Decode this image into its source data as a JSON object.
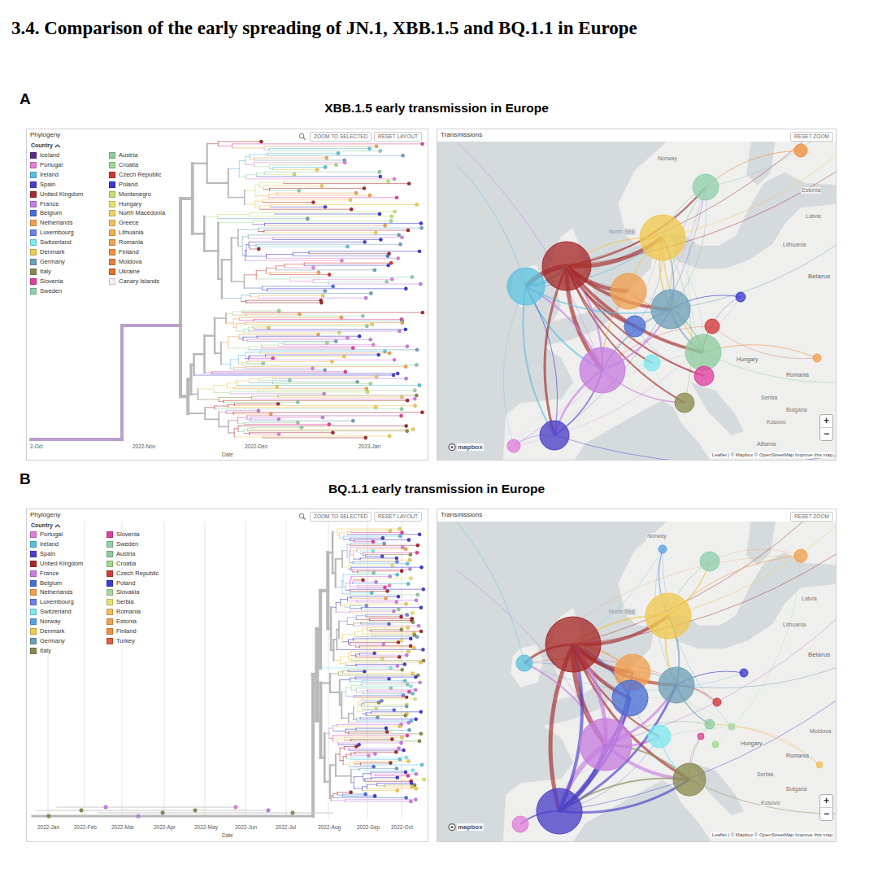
{
  "diagram": {
    "title": "3.4. Comparison of the early spreading of JN.1, XBB.1.5 and BQ.1.1 in Europe",
    "nodes": [
      {
        "text": [
          "Phylogeny",
          "Country"
        ]
      },
      {
        "text": [
          "ZOOM TO SELECTED"
        ],
        "in": 0
      },
      {
        "text": [
          "RESET LAYOUT"
        ],
        "in": 0
      },
      {
        "text": [
          "Transmissions"
        ]
      },
      {
        "text": [
          "RESET ZOOM"
        ],
        "in": 3
      },
      {
        "text": [
          "+",
          "−"
        ],
        "in": 3
      },
      {
        "text": [
          "Phylogeny",
          "Country"
        ]
      },
      {
        "text": [
          "ZOOM TO SELECTED"
        ],
        "in": 6
      },
      {
        "text": [
          "RESET LAYOUT"
        ],
        "in": 6
      },
      {
        "text": [
          "Transmissions"
        ]
      },
      {
        "text": [
          "RESET ZOOM"
        ],
        "in": 9
      },
      {
        "text": [
          "+",
          "−"
        ],
        "in": 9
      }
    ],
    "labels": [
      "A",
      "XBB.1.5 early transmission in Europe",
      "2-Oct",
      "2022-Nov",
      "2022-Dec",
      "2023-Jan",
      "Date",
      "Norway",
      "North Sea",
      "Estonia",
      "Latvia",
      "Lithuania",
      "Belarus",
      "Hungary",
      "Romania",
      "Serbia",
      "Bulgaria",
      "Kosovo",
      "Albania",
      "mapbox",
      "Leaflet | © Mapbox © OpenStreetMap Improve this map",
      "B",
      "BQ.1.1 early transmission in Europe",
      "2022-Jan",
      "2022-Feb",
      "2022-Mar",
      "2022-Apr",
      "2022-May",
      "2022-Jun",
      "2022-Jul",
      "2022-Aug",
      "2022-Sep",
      "2022-Oct",
      "Date",
      "Norway",
      "North Sea",
      "Latvia",
      "Lithuania",
      "Belarus",
      "Hungary",
      "Romania",
      "Moldova",
      "Serbia",
      "Bulgaria",
      "Kosovo",
      "mapbox",
      "Leaflet | © Mapbox © OpenStreetMap Improve this map"
    ],
    "legend": [
      {
        "text": "Iceland",
        "color": "#5b2a86"
      },
      {
        "text": "Portugal",
        "color": "#e07fd8"
      },
      {
        "text": "Ireland",
        "color": "#5bc0de"
      },
      {
        "text": "Spain",
        "color": "#4b3fc8"
      },
      {
        "text": "United Kingdom",
        "color": "#a52a2a"
      },
      {
        "text": "France",
        "color": "#c77ee0"
      },
      {
        "text": "Belgium",
        "color": "#4a6fd6"
      },
      {
        "text": "Netherlands",
        "color": "#f0a050"
      },
      {
        "text": "Luxembourg",
        "color": "#6f7fe8"
      },
      {
        "text": "Switzerland",
        "color": "#7fe8f0"
      },
      {
        "text": "Denmark",
        "color": "#f0c850"
      },
      {
        "text": "Germany",
        "color": "#6fa0b8"
      },
      {
        "text": "Italy",
        "color": "#8a8a50"
      },
      {
        "text": "Slovenia",
        "color": "#e040a0"
      },
      {
        "text": "Sweden",
        "color": "#8fd0b0"
      },
      {
        "text": "Austria",
        "color": "#8fcca0"
      },
      {
        "text": "Croatia",
        "color": "#a0d890"
      },
      {
        "text": "Czech Republic",
        "color": "#d03a3a"
      },
      {
        "text": "Poland",
        "color": "#3a3ad0"
      },
      {
        "text": "Montenegro",
        "color": "#c0e070"
      },
      {
        "text": "Hungary",
        "color": "#e8e070"
      },
      {
        "text": "North Macedonia",
        "color": "#f0d060"
      },
      {
        "text": "Greece",
        "color": "#f0c060"
      },
      {
        "text": "Lithuania",
        "color": "#f0b050"
      },
      {
        "text": "Romania",
        "color": "#f0a050"
      },
      {
        "text": "Finland",
        "color": "#f09040"
      },
      {
        "text": "Moldova",
        "color": "#e88040"
      },
      {
        "text": "Ukraine",
        "color": "#e07030"
      },
      {
        "text": "Canary Islands",
        "color": "#f2f2f2"
      },
      {
        "text": "Portugal",
        "color": "#e07fd8"
      },
      {
        "text": "Ireland",
        "color": "#5bc0de"
      },
      {
        "text": "Spain",
        "color": "#4b3fc8"
      },
      {
        "text": "United Kingdom",
        "color": "#a52a2a"
      },
      {
        "text": "France",
        "color": "#c77ee0"
      },
      {
        "text": "Belgium",
        "color": "#4a6fd6"
      },
      {
        "text": "Netherlands",
        "color": "#f0a050"
      },
      {
        "text": "Luxembourg",
        "color": "#6f7fe8"
      },
      {
        "text": "Switzerland",
        "color": "#7fe8f0"
      },
      {
        "text": "Norway",
        "color": "#5ba0e0"
      },
      {
        "text": "Denmark",
        "color": "#f0c850"
      },
      {
        "text": "Germany",
        "color": "#6fa0b8"
      },
      {
        "text": "Italy",
        "color": "#8a8a50"
      },
      {
        "text": "Slovenia",
        "color": "#e040a0"
      },
      {
        "text": "Sweden",
        "color": "#8fd0b0"
      },
      {
        "text": "Austria",
        "color": "#8fcca0"
      },
      {
        "text": "Croatia",
        "color": "#a0d890"
      },
      {
        "text": "Czech Republic",
        "color": "#d03a3a"
      },
      {
        "text": "Poland",
        "color": "#3a3ad0"
      },
      {
        "text": "Slovakia",
        "color": "#a8d8a0"
      },
      {
        "text": "Serbia",
        "color": "#e8e070"
      },
      {
        "text": "Romania",
        "color": "#f0c060"
      },
      {
        "text": "Estonia",
        "color": "#f0a050"
      },
      {
        "text": "Finland",
        "color": "#f09040"
      },
      {
        "text": "Turkey",
        "color": "#e06040"
      }
    ]
  }
}
